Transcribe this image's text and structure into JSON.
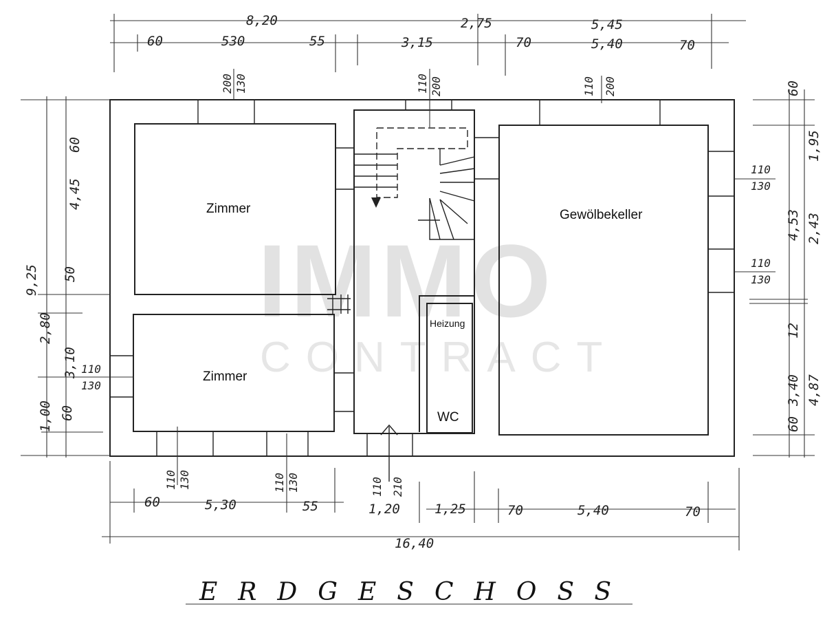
{
  "watermark": {
    "line1": "IMMO",
    "line2": "CONTRACT"
  },
  "title": "ERDGESCHOSS",
  "rooms": {
    "zimmer_top": "Zimmer",
    "zimmer_bottom": "Zimmer",
    "gewoelbekeller": "Gewölbekeller",
    "heizung": "Heizung",
    "wc": "WC"
  },
  "dims_top": {
    "row1": [
      "8,20",
      "2,75",
      "5,45"
    ],
    "row2": [
      "60",
      "530",
      "55",
      "3,15",
      "70",
      "5,40",
      "70"
    ],
    "windows": [
      "200",
      "130",
      "110",
      "200",
      "110",
      "200"
    ]
  },
  "dims_bottom": {
    "windows": [
      "110",
      "130",
      "110",
      "130",
      "110",
      "210"
    ],
    "row1": [
      "60",
      "5,30",
      "55",
      "1,20",
      "1,25",
      "70",
      "5,40",
      "70"
    ],
    "total": "16,40"
  },
  "dims_left": [
    "9,25",
    "4,45",
    "60",
    "50",
    "2,80",
    "3,10",
    "60",
    "1,00",
    "110",
    "130"
  ],
  "dims_right": [
    "60",
    "1,95",
    "110",
    "130",
    "4,53",
    "2,43",
    "110",
    "130",
    "12",
    "3,40",
    "60",
    "4,87"
  ],
  "colors": {
    "ink": "#222222",
    "watermark": "#e2e2e2",
    "background": "#ffffff"
  }
}
